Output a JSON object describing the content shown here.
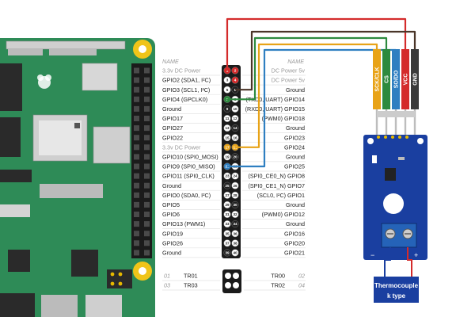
{
  "table_header": {
    "left": "NAME",
    "right": "NAME"
  },
  "pins": [
    {
      "l": "3.3v DC Power",
      "lg": true,
      "r": "DC Power 5v",
      "rg": true,
      "lc": "#d42b2b",
      "rc": "#d42b2b"
    },
    {
      "l": "GPIO2 (SDA1, I²C)",
      "r": "DC Power 5v",
      "rg": true,
      "rc": "#d42b2b"
    },
    {
      "l": "GPIO3 (SCL1, I²C)",
      "r": "Ground",
      "rc": "#222"
    },
    {
      "l": "GPIO4 (GPCLK0)",
      "r": "(TXD0, UART) GPIO14",
      "lc": "#2d8a3e"
    },
    {
      "l": "Ground",
      "lc": "#222",
      "r": "(RXD0, UART) GPIO15"
    },
    {
      "l": "GPIO17",
      "r": "(PWM0) GPIO18"
    },
    {
      "l": "GPIO27",
      "r": "Ground",
      "rc": "#222"
    },
    {
      "l": "GPIO22",
      "r": "GPIO23"
    },
    {
      "l": "3.3v DC Power",
      "lg": true,
      "r": "GPIO24",
      "lc": "#e8a317",
      "rc": "#e8a317"
    },
    {
      "l": "GPIO10 (SPI0_MOSI)",
      "r": "Ground",
      "rc": "#222"
    },
    {
      "l": "GPIO9 (SPI0_MISO)",
      "r": "GPIO25",
      "lc": "#2f7fc1"
    },
    {
      "l": "GPIO11 (SPI0_CLK)",
      "r": "(SPI0_CE0_N) GPIO8"
    },
    {
      "l": "Ground",
      "lc": "#222",
      "r": "(SPI0_CE1_N) GPIO7"
    },
    {
      "l": "GPIO0 (SDA0, I²C)",
      "r": "(SCL0, I²C) GPIO1"
    },
    {
      "l": "GPIO5",
      "r": "Ground",
      "rc": "#222"
    },
    {
      "l": "GPIO6",
      "r": "(PWM0) GPIO12"
    },
    {
      "l": "GPIO13 (PWM1)",
      "r": "Ground",
      "rc": "#222"
    },
    {
      "l": "GPIO19",
      "r": "GPIO16"
    },
    {
      "l": "GPIO26",
      "r": "GPIO20"
    },
    {
      "l": "Ground",
      "lc": "#222",
      "r": "GPIO21"
    }
  ],
  "extra_pins": [
    {
      "ln": "01",
      "l": "TR01",
      "r": "TR00",
      "rn": "02"
    },
    {
      "ln": "03",
      "l": "TR03",
      "r": "TR02",
      "rn": "04"
    }
  ],
  "module": {
    "pins": [
      "SCK/CLK",
      "CS",
      "SO/DO",
      "VCC",
      "GND"
    ],
    "pin_colors": [
      "#e8a317",
      "#2d8a3e",
      "#2f7fc1",
      "#d42b2b",
      "#3a3a3a"
    ],
    "minus": "−",
    "plus": "+"
  },
  "thermocouple_label": [
    "Thermocouple",
    "k type"
  ],
  "colors": {
    "wire_red": "#d42b2b",
    "wire_brown": "#4a3528",
    "wire_green": "#2d8a3e",
    "wire_yellow": "#e8a317",
    "wire_blue": "#2f7fc1",
    "board": "#2e8b57",
    "module": "#1a3fa0"
  }
}
